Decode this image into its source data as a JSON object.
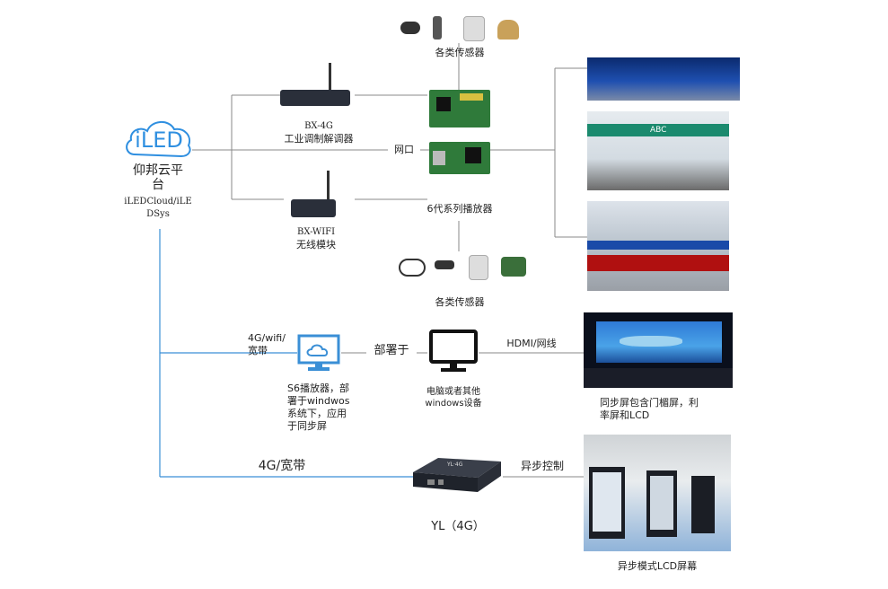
{
  "cloud": {
    "logo_text": "iLED",
    "title_line1": "仰邦云平",
    "title_line2": "台",
    "subtitle_line1": "iLEDCloud/iLE",
    "subtitle_line2": "DSys"
  },
  "sensors_top": {
    "label": "各类传感器"
  },
  "sensors_bottom": {
    "label": "各类传感器"
  },
  "bx4g": {
    "line1": "BX-4G",
    "line2": "工业调制解调器"
  },
  "bxwifi": {
    "line1": "BX-WIFI",
    "line2": "无线模块"
  },
  "ethernet_label": "网口",
  "player6": {
    "label": "6代系列播放器"
  },
  "s6_link": {
    "line1": "4G/wifi/",
    "line2": "宽带"
  },
  "s6": {
    "line1": "S6播放器，部",
    "line2": "署于windwos",
    "line3": "系统下，应用",
    "line4": "于同步屏"
  },
  "deploy_label": "部署于",
  "pc": {
    "line1": "电脑或者其他",
    "line2": "windows设备"
  },
  "hdmi_label": "HDMI/网线",
  "sync_screen": {
    "line1": "同步屏包含门楣屏，利",
    "line2": "率屏和LCD"
  },
  "yl_link": "4G/宽带",
  "yl_label": "YL（4G）",
  "async_label": "异步控制",
  "async_screen": "异步模式LCD屏幕",
  "photo_text": {
    "abc_sign": "ABC",
    "device_text": "YL·4G"
  },
  "colors": {
    "line_gray": "#8a8a8a",
    "line_blue": "#3a8fd6",
    "cloud_blue": "#2f8fe0",
    "monitor_icon": "#3a8fd6"
  }
}
